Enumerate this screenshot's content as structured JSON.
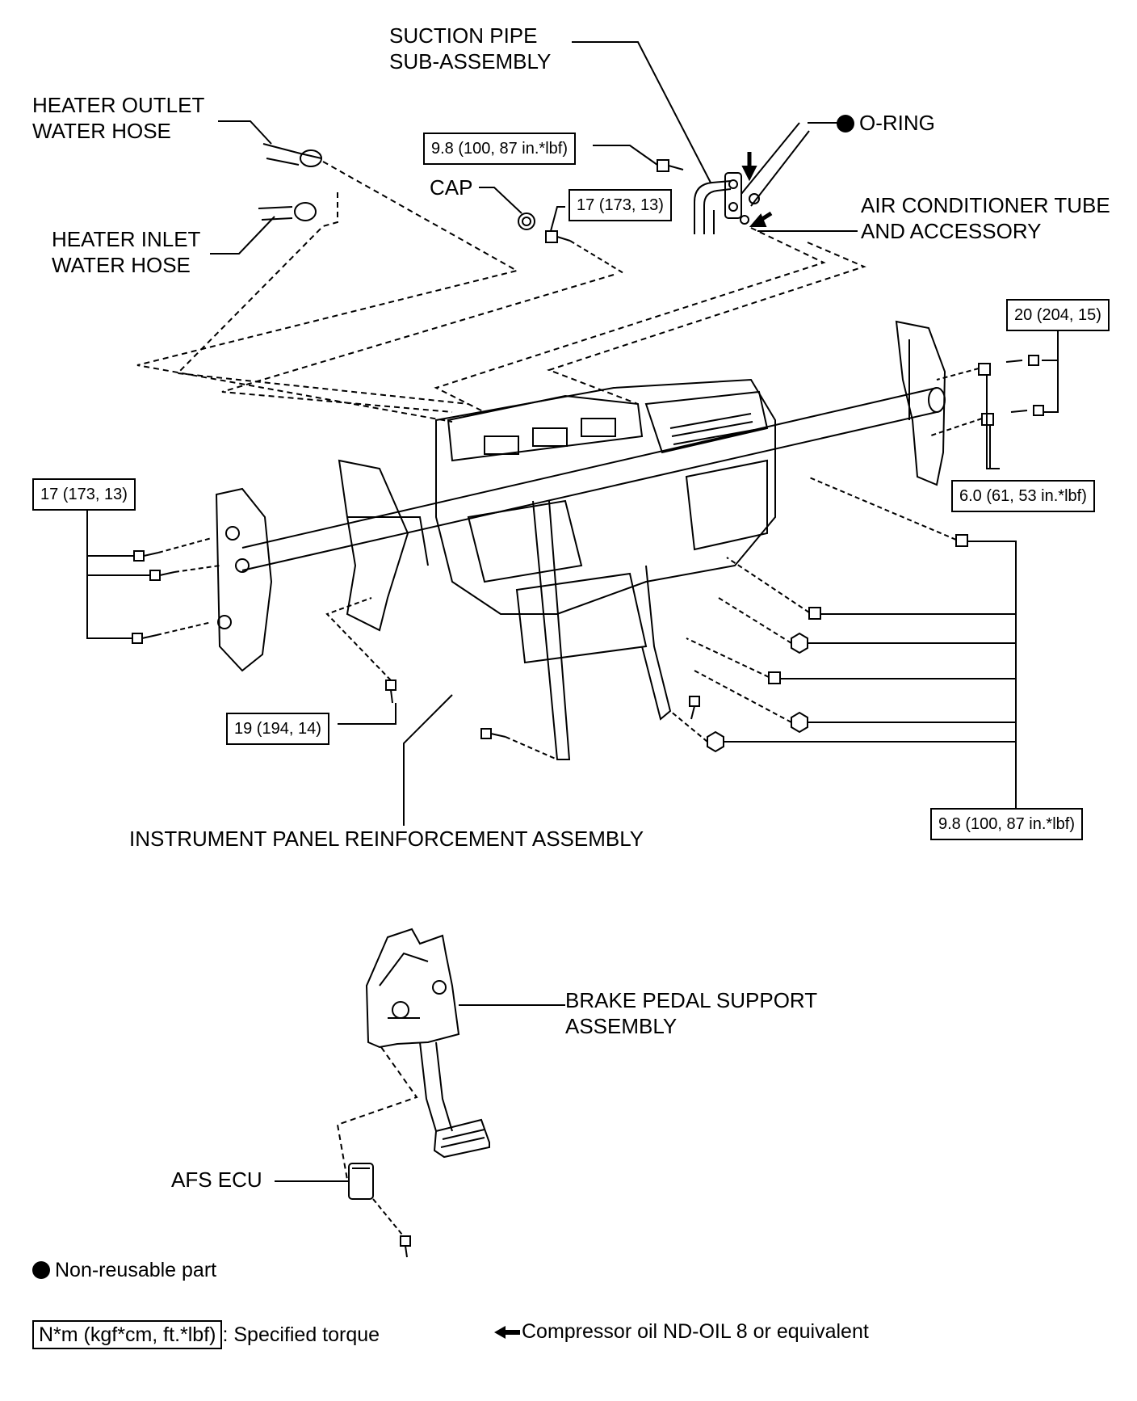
{
  "labels": {
    "suction_pipe": [
      "SUCTION PIPE",
      "SUB-ASSEMBLY"
    ],
    "heater_outlet": [
      "HEATER OUTLET",
      "WATER HOSE"
    ],
    "heater_inlet": [
      "HEATER INLET",
      "WATER HOSE"
    ],
    "o_ring": "O-RING",
    "cap": "CAP",
    "ac_tube": [
      "AIR CONDITIONER TUBE",
      "AND ACCESSORY"
    ],
    "instrument_panel": "INSTRUMENT PANEL REINFORCEMENT ASSEMBLY",
    "brake_pedal": [
      "BRAKE PEDAL SUPPORT",
      "ASSEMBLY"
    ],
    "afs_ecu": "AFS ECU"
  },
  "torques": {
    "suction_bolt": "9.8 (100, 87 in.*lbf)",
    "tube_bolt": "17 (173, 13)",
    "right_bracket": "20 (204, 15)",
    "right_collar": "6.0 (61, 53 in.*lbf)",
    "left_bracket": "17 (173, 13)",
    "lower_bolt": "19 (194, 14)",
    "front_bolts": "9.8 (100, 87 in.*lbf)"
  },
  "legend": {
    "non_reusable": "Non-reusable part",
    "torque_unit": "N*m (kgf*cm, ft.*lbf)",
    "torque_desc": ": Specified torque",
    "oil": "Compressor oil ND-OIL 8 or equivalent"
  }
}
